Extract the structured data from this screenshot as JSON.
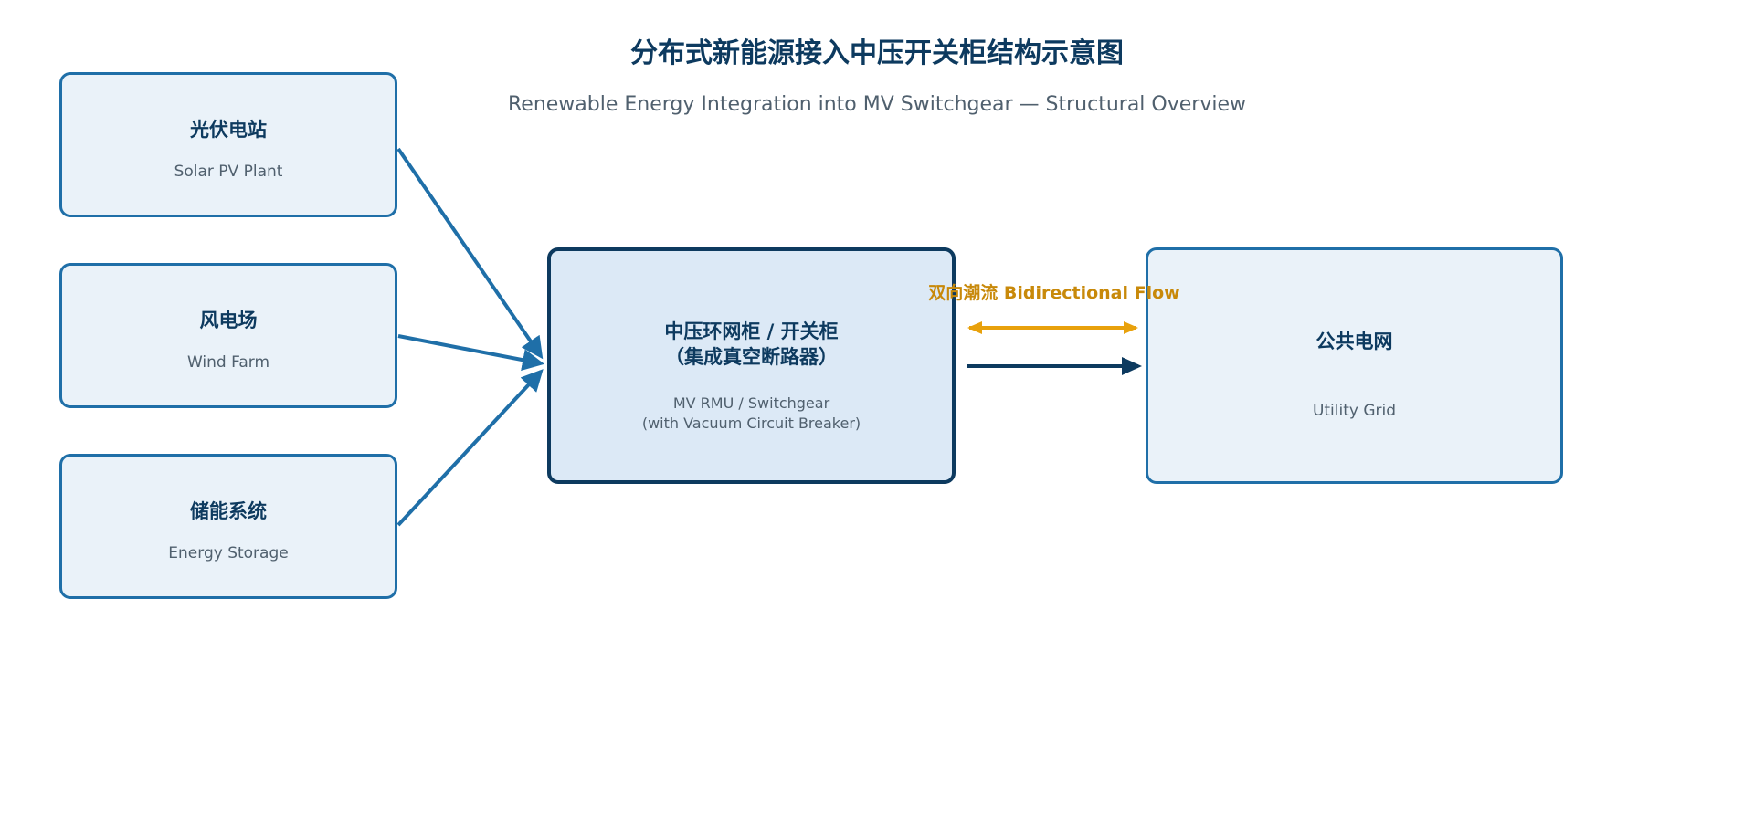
{
  "title": "分布式新能源接入中压开关柜结构示意图",
  "subtitle": "Renewable Energy Integration into MV Switchgear — Structural Overview",
  "sources": [
    {
      "zh": "光伏电站",
      "en": "Solar PV Plant"
    },
    {
      "zh": "风电场",
      "en": "Wind Farm"
    },
    {
      "zh": "储能系统",
      "en": "Energy Storage"
    }
  ],
  "switchgear": {
    "zh_line1": "中压环网柜 / 开关柜",
    "zh_line2": "（集成真空断路器）",
    "en_line1": "MV RMU / Switchgear",
    "en_line2": "(with Vacuum Circuit Breaker)"
  },
  "grid": {
    "zh": "公共电网",
    "en": "Utility Grid"
  },
  "flow_label": "双向潮流 Bidirectional Flow",
  "colors": {
    "box_border": "#1f6fa8",
    "box_fill": "#eaf2f9",
    "center_border": "#0d3a5f",
    "center_fill": "#dce9f6",
    "arrow_blue": "#1f6fa8",
    "arrow_dark": "#0d3a5f",
    "flow_orange": "#e8a10c",
    "flow_label": "#c8890a",
    "title": "#0d3a5f"
  }
}
